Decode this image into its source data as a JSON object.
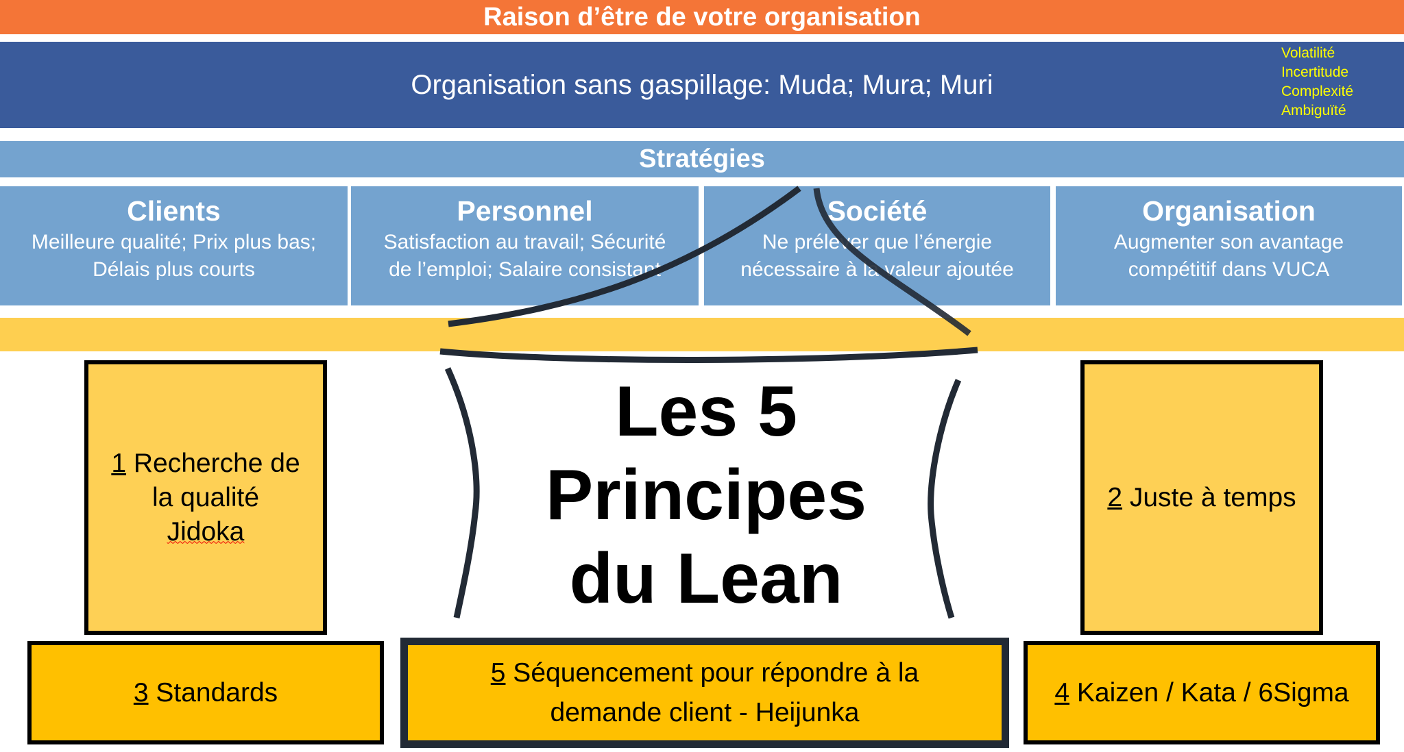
{
  "header": {
    "purpose": "Raison d’être de votre organisation"
  },
  "waste": {
    "text": "Organisation sans gaspillage: Muda; Mura; Muri"
  },
  "vuca": [
    "Volatilité",
    "Incertitude",
    "Complexité",
    "Ambiguïté"
  ],
  "strategies": {
    "title": "Stratégies",
    "items": [
      {
        "title": "Clients",
        "line1": "Meilleure qualité; Prix plus bas;",
        "line2": "Délais plus courts"
      },
      {
        "title": "Personnel",
        "line1": "Satisfaction au travail; Sécurité",
        "line2": "de l’emploi; Salaire consistant"
      },
      {
        "title": "Société",
        "line1": "Ne prélever que l’énergie",
        "line2": "nécessaire à la valeur ajoutée"
      },
      {
        "title": "Organisation",
        "line1": "Augmenter son avantage",
        "line2": "compétitif dans VUCA"
      }
    ]
  },
  "center": {
    "line1": "Les 5",
    "line2": "Principes",
    "line3": "du Lean"
  },
  "principles": {
    "p1": {
      "num": "1",
      "line1": " Recherche de",
      "line2": "la qualité",
      "line3": "Jidoka"
    },
    "p2": {
      "num": "2",
      "text": " Juste à temps"
    },
    "p3": {
      "num": "3",
      "text": " Standards"
    },
    "p4": {
      "num": "4",
      "text": " Kaizen / Kata / 6Sigma"
    },
    "p5": {
      "num": "5",
      "line1": " Séquencement pour répondre à la",
      "line2": "demande client - Heijunka"
    }
  },
  "colors": {
    "orange": "#f47537",
    "navy": "#3a5b9b",
    "lightblue": "#74a3cf",
    "yellow": "#fecf50",
    "gold": "#ffc000",
    "vuca": "#ffff00",
    "outline": "#222a35"
  }
}
